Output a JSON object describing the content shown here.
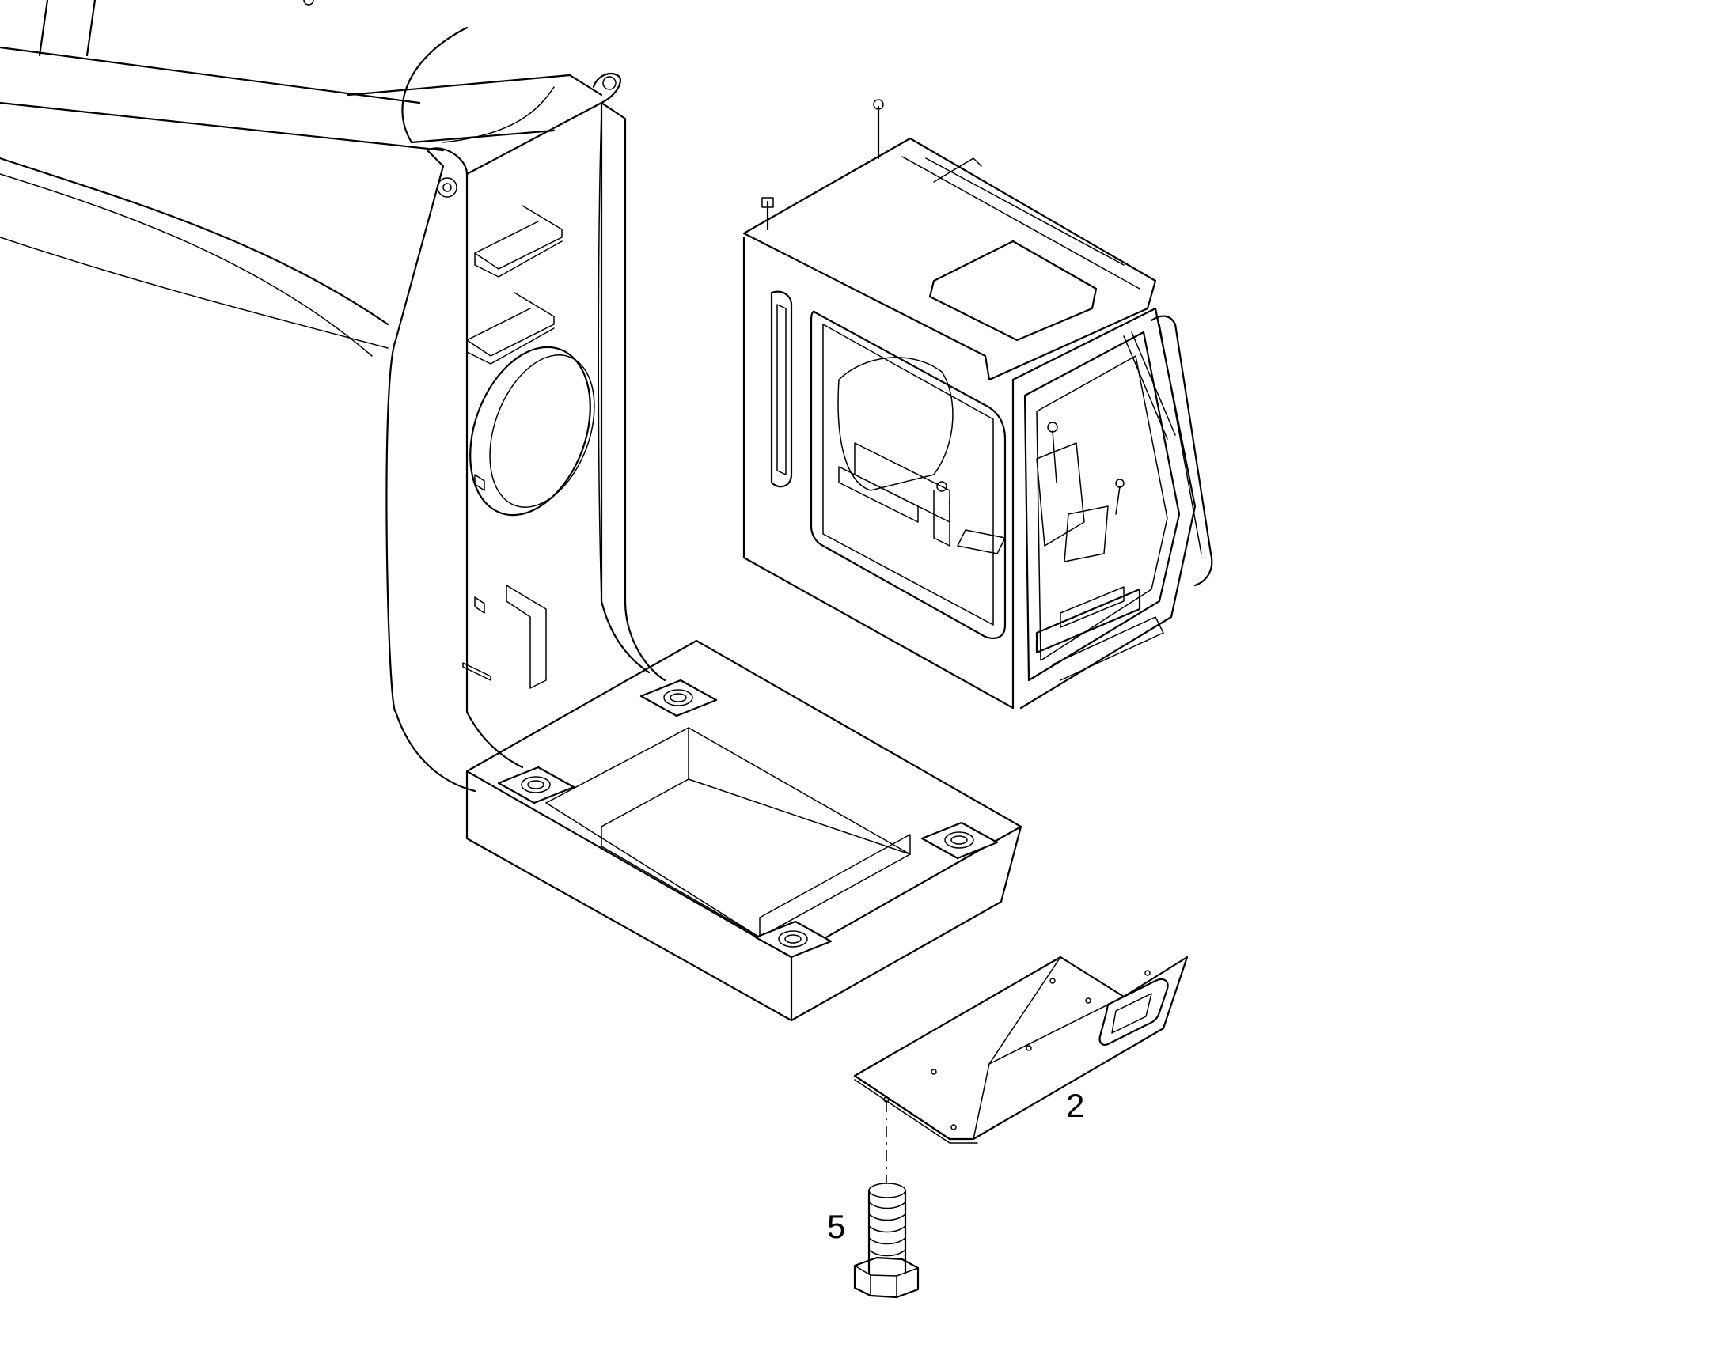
{
  "diagram": {
    "callouts": [
      {
        "id": "part-2",
        "text": "2"
      },
      {
        "id": "part-5",
        "text": "5"
      }
    ],
    "components": [
      "boom-arm",
      "operator-cab",
      "cab-support-base",
      "cover-plate",
      "hex-bolt"
    ],
    "line_color": "#000000",
    "background_color": "#ffffff"
  }
}
